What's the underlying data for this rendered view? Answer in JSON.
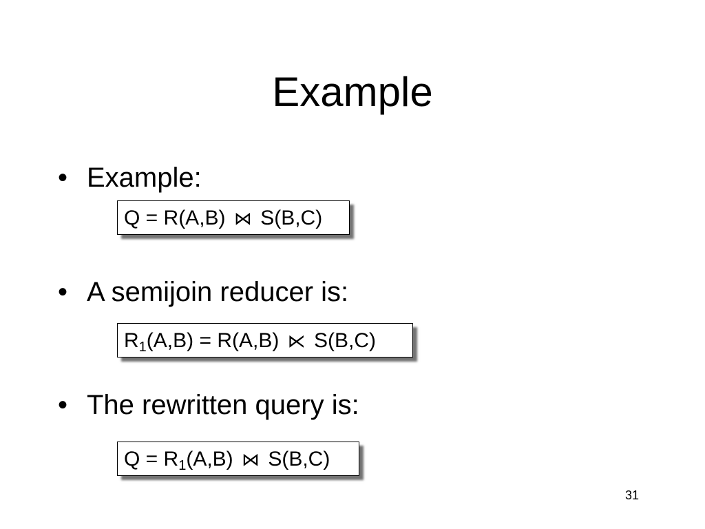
{
  "slide": {
    "title": "Example",
    "page_number": "31"
  },
  "bullets": [
    {
      "marker": "•",
      "text": "Example:"
    },
    {
      "marker": "•",
      "text": "A semijoin reducer is:"
    },
    {
      "marker": "•",
      "text": "The rewritten query is:"
    }
  ],
  "formulas": {
    "query": {
      "lhs": "Q = R(A,B) ",
      "op": "⋈",
      "rhs": " S(B,C)"
    },
    "reducer": {
      "lhs_rel": "R",
      "lhs_sub": "1",
      "lhs_rest": "(A,B) = R(A,B) ",
      "op": "⋉",
      "rhs": " S(B,C)"
    },
    "rewritten": {
      "lhs_rel": "Q = R",
      "lhs_sub": "1",
      "lhs_rest": "(A,B) ",
      "op": "⋈",
      "rhs": " S(B,C)"
    }
  }
}
